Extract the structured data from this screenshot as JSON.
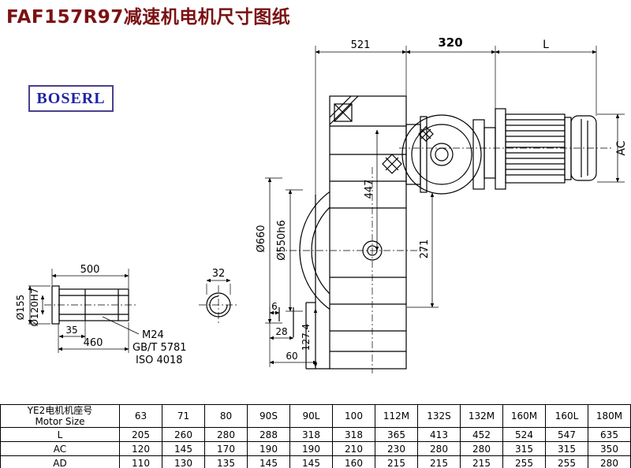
{
  "page": {
    "title": "FAF157R97减速机电机尺寸图纸",
    "title_color": "#7b1113",
    "background": "#ffffff"
  },
  "logo": {
    "text": "BOSERL",
    "text_color": "#1f24a8",
    "border_color": "#47418c"
  },
  "dims": {
    "d521": "521",
    "d320": "320",
    "dL": "L",
    "dAC": "AC",
    "d660": "Ø660",
    "d550": "Ø550h6",
    "d447": "447",
    "d271": "271",
    "d32": "32",
    "d500": "500",
    "d35": "35",
    "d460": "460",
    "d155": "Ø155",
    "d120": "Ø120H7",
    "d6": "6",
    "d28": "28",
    "d60": "60",
    "d127": "127.4",
    "m24": "M24",
    "gbt": "GB/T 5781",
    "iso": "ISO 4018"
  },
  "table": {
    "header_cn": "YE2电机机座号",
    "header_en": "Motor Size",
    "columns": [
      "63",
      "71",
      "80",
      "90S",
      "90L",
      "100",
      "112M",
      "132S",
      "132M",
      "160M",
      "160L",
      "180M"
    ],
    "rows": [
      {
        "label": "L",
        "values": [
          "205",
          "260",
          "280",
          "288",
          "318",
          "318",
          "365",
          "413",
          "452",
          "524",
          "547",
          "635"
        ]
      },
      {
        "label": "AC",
        "values": [
          "120",
          "145",
          "170",
          "190",
          "190",
          "210",
          "230",
          "280",
          "280",
          "315",
          "315",
          "350"
        ]
      },
      {
        "label": "AD",
        "values": [
          "110",
          "130",
          "135",
          "145",
          "145",
          "160",
          "215",
          "215",
          "215",
          "255",
          "255",
          "280"
        ]
      }
    ]
  }
}
